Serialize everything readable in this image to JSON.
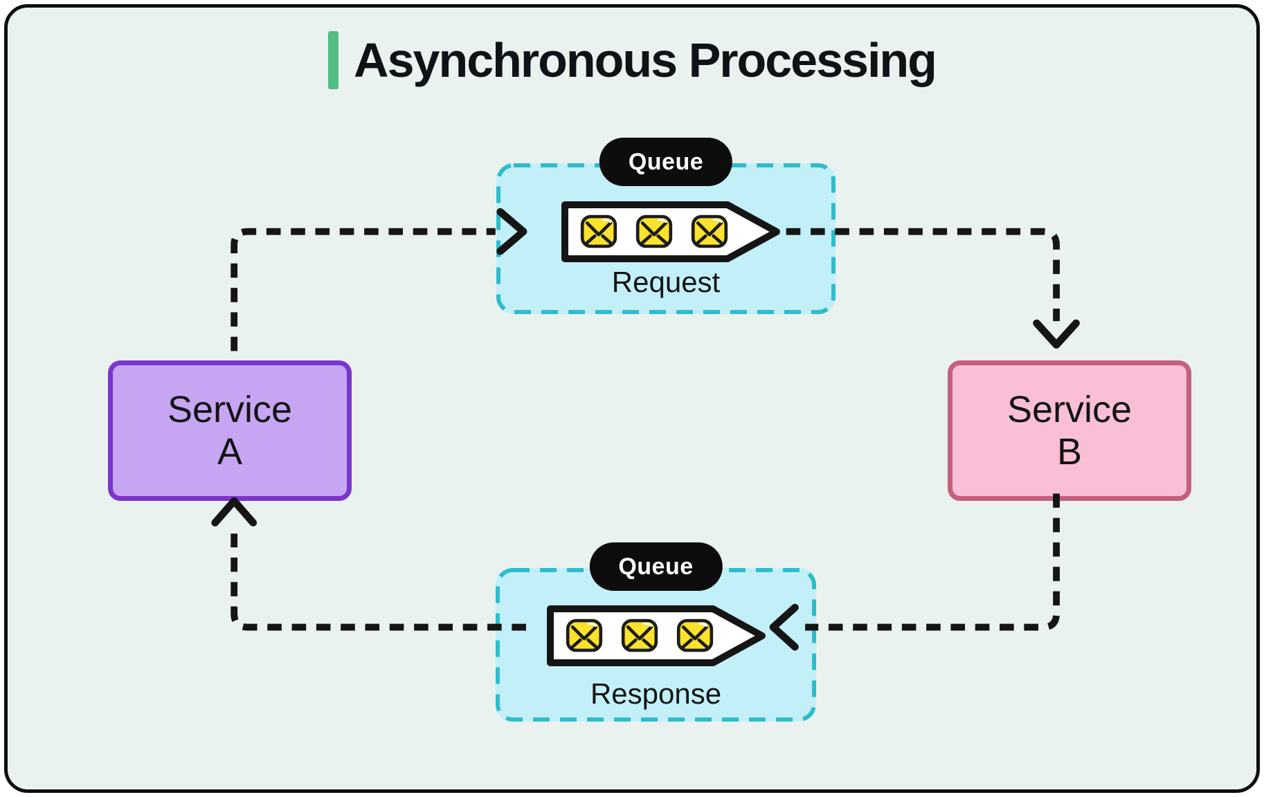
{
  "title": {
    "text": "Asynchronous Processing"
  },
  "services": {
    "a": {
      "line1": "Service",
      "line2": "A"
    },
    "b": {
      "line1": "Service",
      "line2": "B"
    }
  },
  "queues": {
    "request": {
      "badge": "Queue",
      "label": "Request",
      "message_count": 3
    },
    "response": {
      "badge": "Queue",
      "label": "Response",
      "message_count": 3
    }
  },
  "colors": {
    "panel_bg": "#E9F2EE",
    "outline": "#0E0E0E",
    "title_accent": "#53BE81",
    "queue_fill": "#C3F0F8",
    "queue_border": "#2FBCCB",
    "service_a_fill": "#C6A6F3",
    "service_a_border": "#7A35CB",
    "service_b_fill": "#F9BFD6",
    "service_b_border": "#C4607E",
    "envelope_fill": "#FBE22C",
    "envelope_stroke": "#1C1C1C",
    "message_arrow_fill": "#FFFFFF",
    "line": "#151515",
    "badge_bg": "#0D0D0D",
    "badge_text": "#FFFFFF"
  }
}
